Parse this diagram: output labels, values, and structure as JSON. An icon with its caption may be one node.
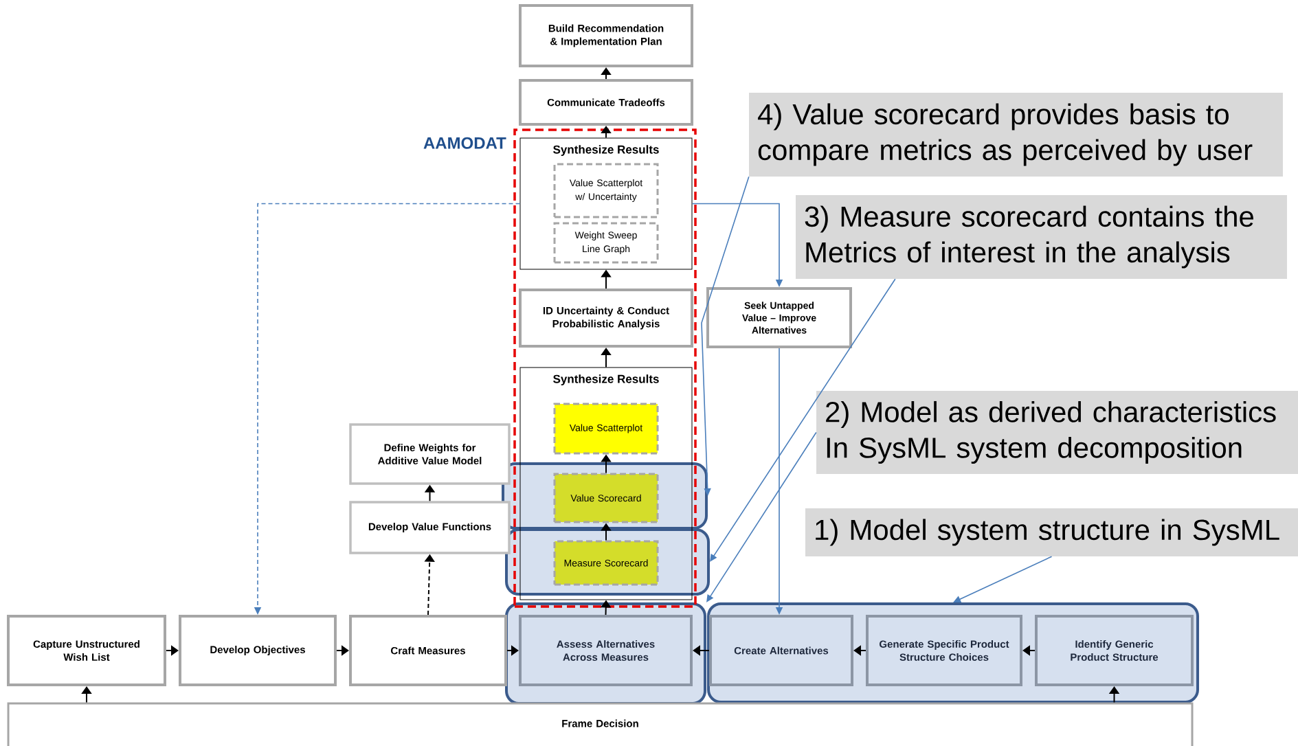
{
  "diagram": {
    "nodes": [
      {
        "text": [
          "Build Recommendation & Implementation Plan"
        ]
      },
      {
        "text": [
          "Communicate Tradeoffs"
        ]
      },
      {
        "text": [
          "AAMODAT"
        ]
      },
      {
        "text": [
          "Synthesize Results"
        ],
        "in": 2
      },
      {
        "text": [
          "Value Scatterplot w/ Uncertainty"
        ],
        "in": 3
      },
      {
        "text": [
          "Weight Sweep Line Graph"
        ],
        "in": 3
      },
      {
        "text": [
          "Seek Untapped Value – Improve Alternatives"
        ]
      },
      {
        "text": [
          "ID Uncertainty & Conduct Probabilistic Analysis"
        ],
        "in": 2
      },
      {
        "text": [
          "Synthesize Results"
        ],
        "in": 2
      },
      {
        "text": [
          "Value Scatterplot"
        ],
        "in": 8
      },
      {
        "text": [
          "Define Weights for Additive Value Model"
        ]
      },
      {
        "text": [],
        "shape": "box"
      },
      {
        "text": [
          "Value Scorecard"
        ],
        "in": 11
      },
      {
        "text": [
          "Develop Value Functions"
        ]
      },
      {
        "text": [],
        "shape": "box"
      },
      {
        "text": [
          "Measure Scorecard"
        ],
        "in": 14
      },
      {
        "text": [],
        "shape": "box"
      },
      {
        "text": [
          "Capture Unstructured Wish List"
        ]
      },
      {
        "text": [
          "Develop Objectives"
        ]
      },
      {
        "text": [
          "Craft Measures"
        ]
      },
      {
        "text": [
          "Assess Alternatives Across Measures"
        ],
        "in": 16
      },
      {
        "text": [],
        "shape": "box"
      },
      {
        "text": [
          "Create Alternatives"
        ],
        "in": 21
      },
      {
        "text": [
          "Generate Specific Product Structure Choices"
        ],
        "in": 21
      },
      {
        "text": [
          "Identify Generic Product Structure"
        ],
        "in": 21
      },
      {
        "text": [
          "Frame Decision"
        ]
      },
      {
        "text": [
          "4) Value scorecard provides basis to compare metrics as perceived by user"
        ]
      },
      {
        "text": [
          "3) Measure scorecard contains the Metrics of interest in the analysis"
        ]
      },
      {
        "text": [
          "2) Model as derived characteristics In SysML system decomposition"
        ]
      },
      {
        "text": [
          "1) Model system structure in SysML"
        ]
      }
    ],
    "edges": [
      {
        "from": 17,
        "to": 18,
        "arrow": "to"
      },
      {
        "from": 18,
        "to": 19,
        "arrow": "to"
      },
      {
        "from": 19,
        "to": 20,
        "arrow": "to"
      },
      {
        "from": 22,
        "to": 20,
        "arrow": "to"
      },
      {
        "from": 23,
        "to": 22,
        "arrow": "to"
      },
      {
        "from": 24,
        "to": 23,
        "arrow": "to"
      },
      {
        "from": 25,
        "to": 17,
        "arrow": "to"
      },
      {
        "from": 25,
        "to": 24,
        "arrow": "to"
      },
      {
        "from": 20,
        "to": 8,
        "arrow": "to"
      },
      {
        "from": 15,
        "to": 12,
        "arrow": "to"
      },
      {
        "from": 12,
        "to": 9,
        "arrow": "to"
      },
      {
        "from": 8,
        "to": 7,
        "arrow": "to"
      },
      {
        "from": 7,
        "to": 3,
        "arrow": "to"
      },
      {
        "from": 3,
        "to": 1,
        "arrow": "to"
      },
      {
        "from": 1,
        "to": 0,
        "arrow": "to"
      },
      {
        "from": 19,
        "to": 13,
        "arrow": "to",
        "style": "dashed"
      },
      {
        "from": 13,
        "to": 10,
        "arrow": "to"
      },
      {
        "from": 3,
        "to": 18,
        "arrow": "to",
        "style": "dashed",
        "color": "#4a7ebb"
      },
      {
        "from": 3,
        "to": 6,
        "arrow": "to",
        "color": "#4a7ebb"
      },
      {
        "from": 6,
        "to": 22,
        "arrow": "to",
        "color": "#4a7ebb"
      },
      {
        "from": 26,
        "to": 11,
        "arrow": "to",
        "color": "#4a7ebb"
      },
      {
        "from": 27,
        "to": 14,
        "arrow": "to",
        "color": "#4a7ebb"
      },
      {
        "from": 28,
        "to": 16,
        "arrow": "to",
        "color": "#4a7ebb"
      },
      {
        "from": 29,
        "to": 21,
        "arrow": "to",
        "color": "#4a7ebb"
      }
    ]
  }
}
